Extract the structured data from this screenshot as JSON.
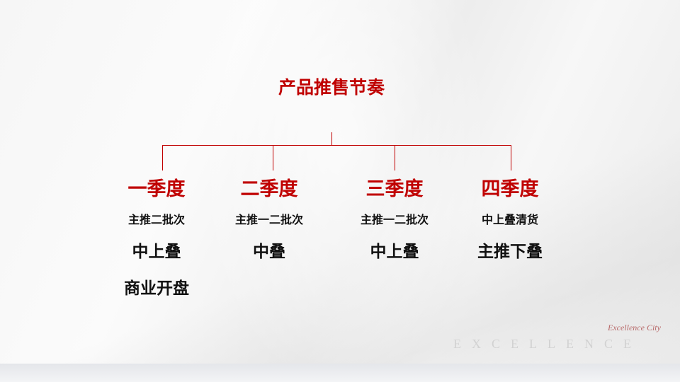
{
  "title": "产品推售节奏",
  "accent_color": "#c00000",
  "columns": [
    {
      "season": "一季度",
      "sub": "主推二批次",
      "items": [
        "中上叠",
        "商业开盘"
      ]
    },
    {
      "season": "二季度",
      "sub": "主推一二批次",
      "items": [
        "中叠"
      ]
    },
    {
      "season": "三季度",
      "sub": "主推一二批次",
      "items": [
        "中上叠"
      ]
    },
    {
      "season": "四季度",
      "sub": "中上叠清货",
      "items": [
        "主推下叠"
      ]
    }
  ],
  "watermark": {
    "text": "EXCELLENCE",
    "script": "Excellence City"
  }
}
